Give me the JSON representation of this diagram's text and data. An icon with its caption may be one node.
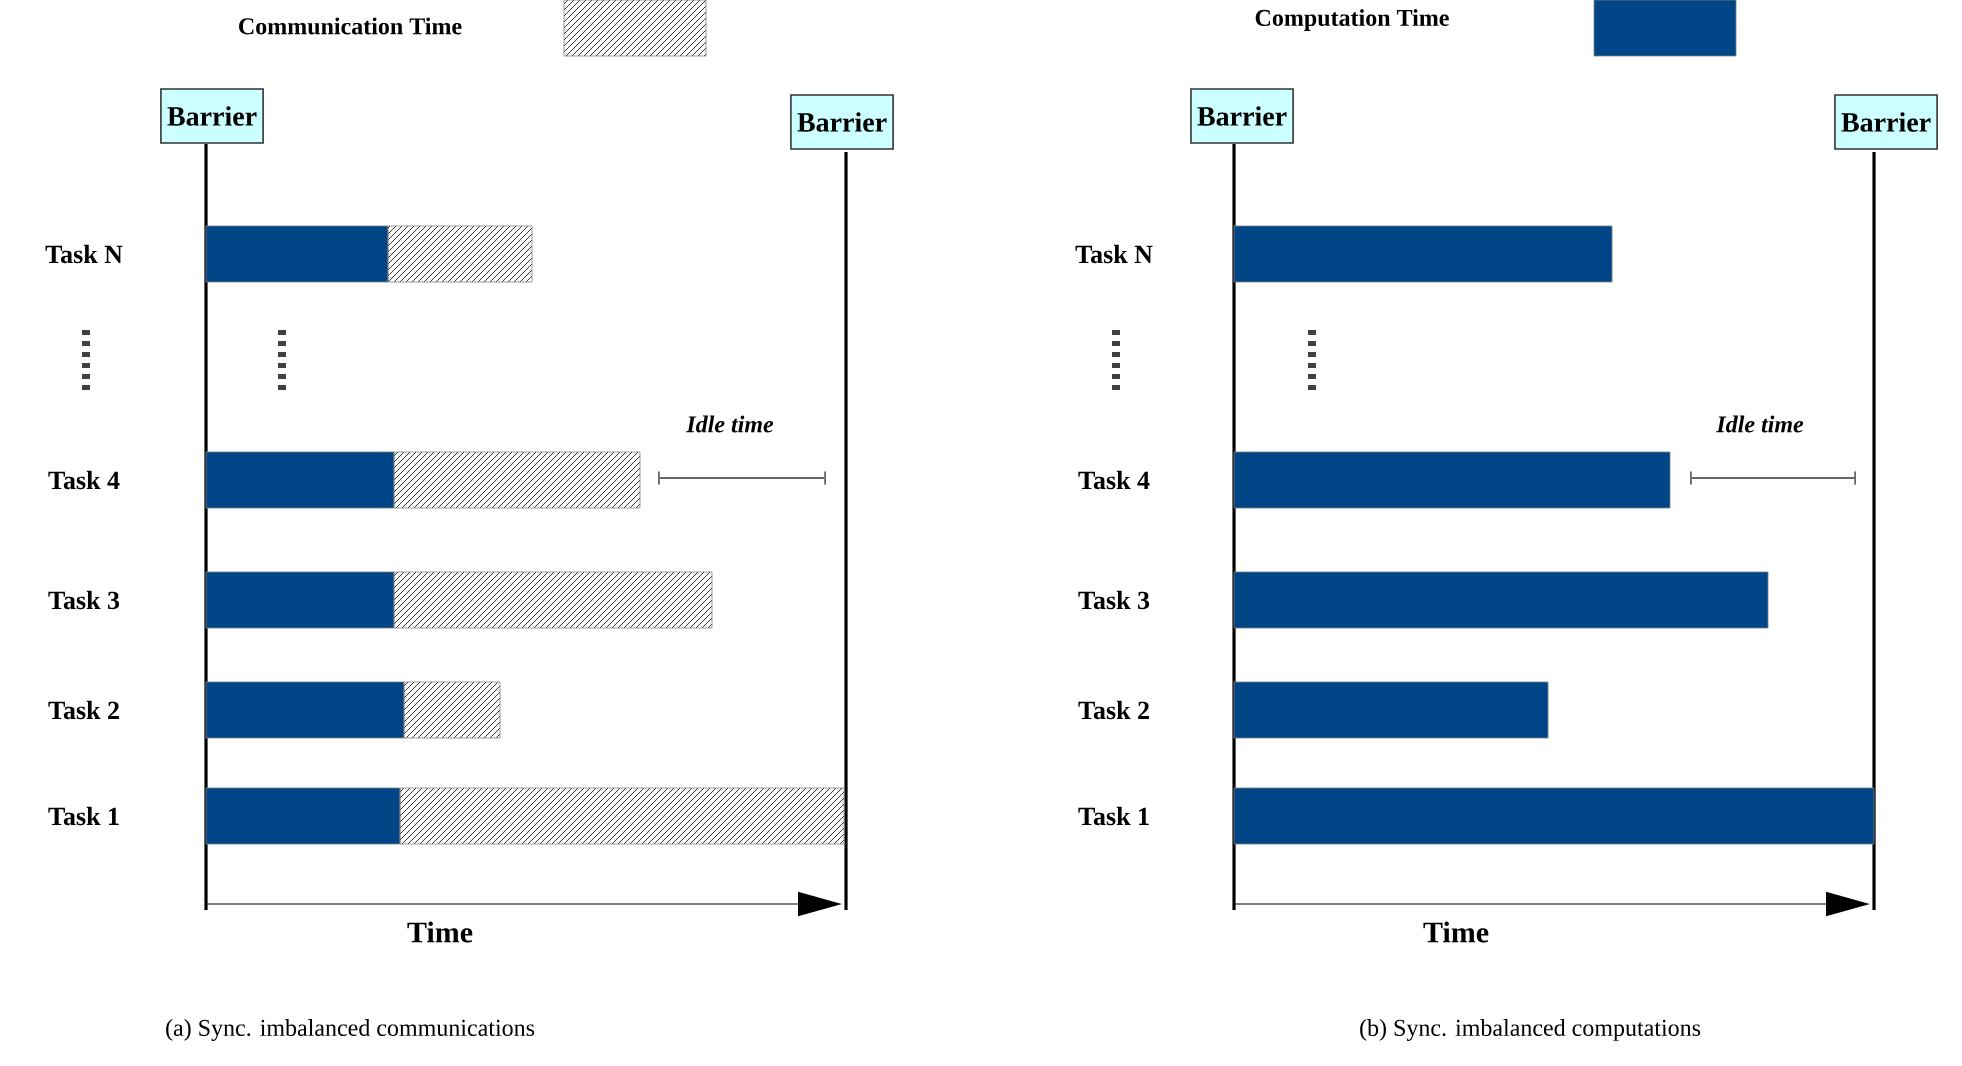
{
  "diagram": {
    "nodes": [
      {
        "text": [
          "Barrier"
        ]
      },
      {
        "text": [
          "Barrier"
        ]
      },
      {
        "text": [
          "Barrier"
        ]
      },
      {
        "text": [
          "Barrier"
        ]
      }
    ],
    "labels": [
      "Task N",
      "Task 4",
      "Task 3",
      "Task 2",
      "Task 1",
      "Idle time",
      "Time",
      "(a) Sync. imbalanced communications",
      "Task N",
      "Task 4",
      "Task 3",
      "Task 2",
      "Task 1",
      "Idle time",
      "Time",
      "(b) Sync. imbalanced computations"
    ],
    "legend": [
      {
        "text": "Communication Time"
      },
      {
        "text": "Computation Time",
        "color": "#004586"
      }
    ]
  }
}
